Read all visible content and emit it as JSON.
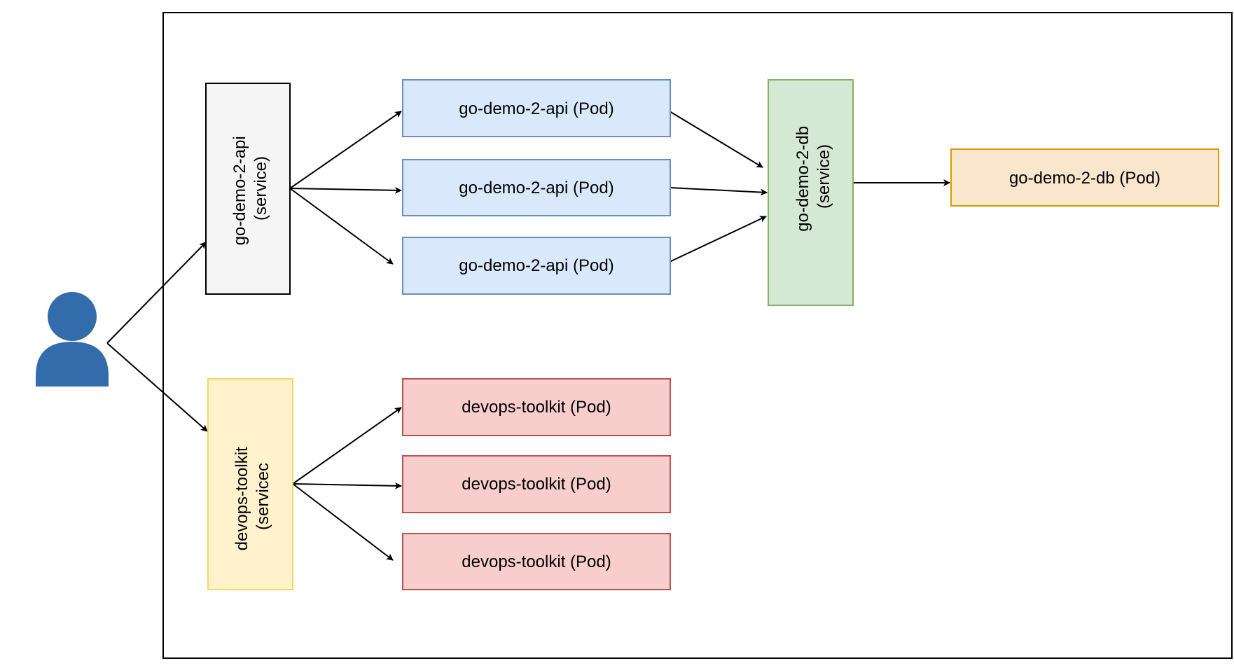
{
  "diagram": {
    "nodes": {
      "api_service": {
        "line1": "go-demo-2-api",
        "line2": "(service)",
        "fill": "#f5f5f5",
        "stroke": "#000000"
      },
      "api_pod_1": {
        "label": "go-demo-2-api (Pod)",
        "fill": "#dae8fc",
        "stroke": "#6c8ebf"
      },
      "api_pod_2": {
        "label": "go-demo-2-api (Pod)",
        "fill": "#dae8fc",
        "stroke": "#6c8ebf"
      },
      "api_pod_3": {
        "label": "go-demo-2-api (Pod)",
        "fill": "#dae8fc",
        "stroke": "#6c8ebf"
      },
      "db_service": {
        "line1": "go-demo-2-db",
        "line2": "(service)",
        "fill": "#d5e8d4",
        "stroke": "#82b366"
      },
      "db_pod": {
        "label": "go-demo-2-db (Pod)",
        "fill": "#fae6cd",
        "stroke": "#d79b00"
      },
      "toolkit_service": {
        "line1": "devops-toolkit",
        "line2": "(servicec",
        "fill": "#fff2cc",
        "stroke": "#f5d860"
      },
      "toolkit_pod_1": {
        "label": "devops-toolkit (Pod)",
        "fill": "#f8cecc",
        "stroke": "#b85450"
      },
      "toolkit_pod_2": {
        "label": "devops-toolkit (Pod)",
        "fill": "#f8cecc",
        "stroke": "#b85450"
      },
      "toolkit_pod_3": {
        "label": "devops-toolkit (Pod)",
        "fill": "#f8cecc",
        "stroke": "#b85450"
      }
    },
    "user_icon": {
      "icon": "user-icon",
      "color": "#336cab"
    },
    "edge_color": "#000000",
    "cluster_border": "#000000"
  }
}
